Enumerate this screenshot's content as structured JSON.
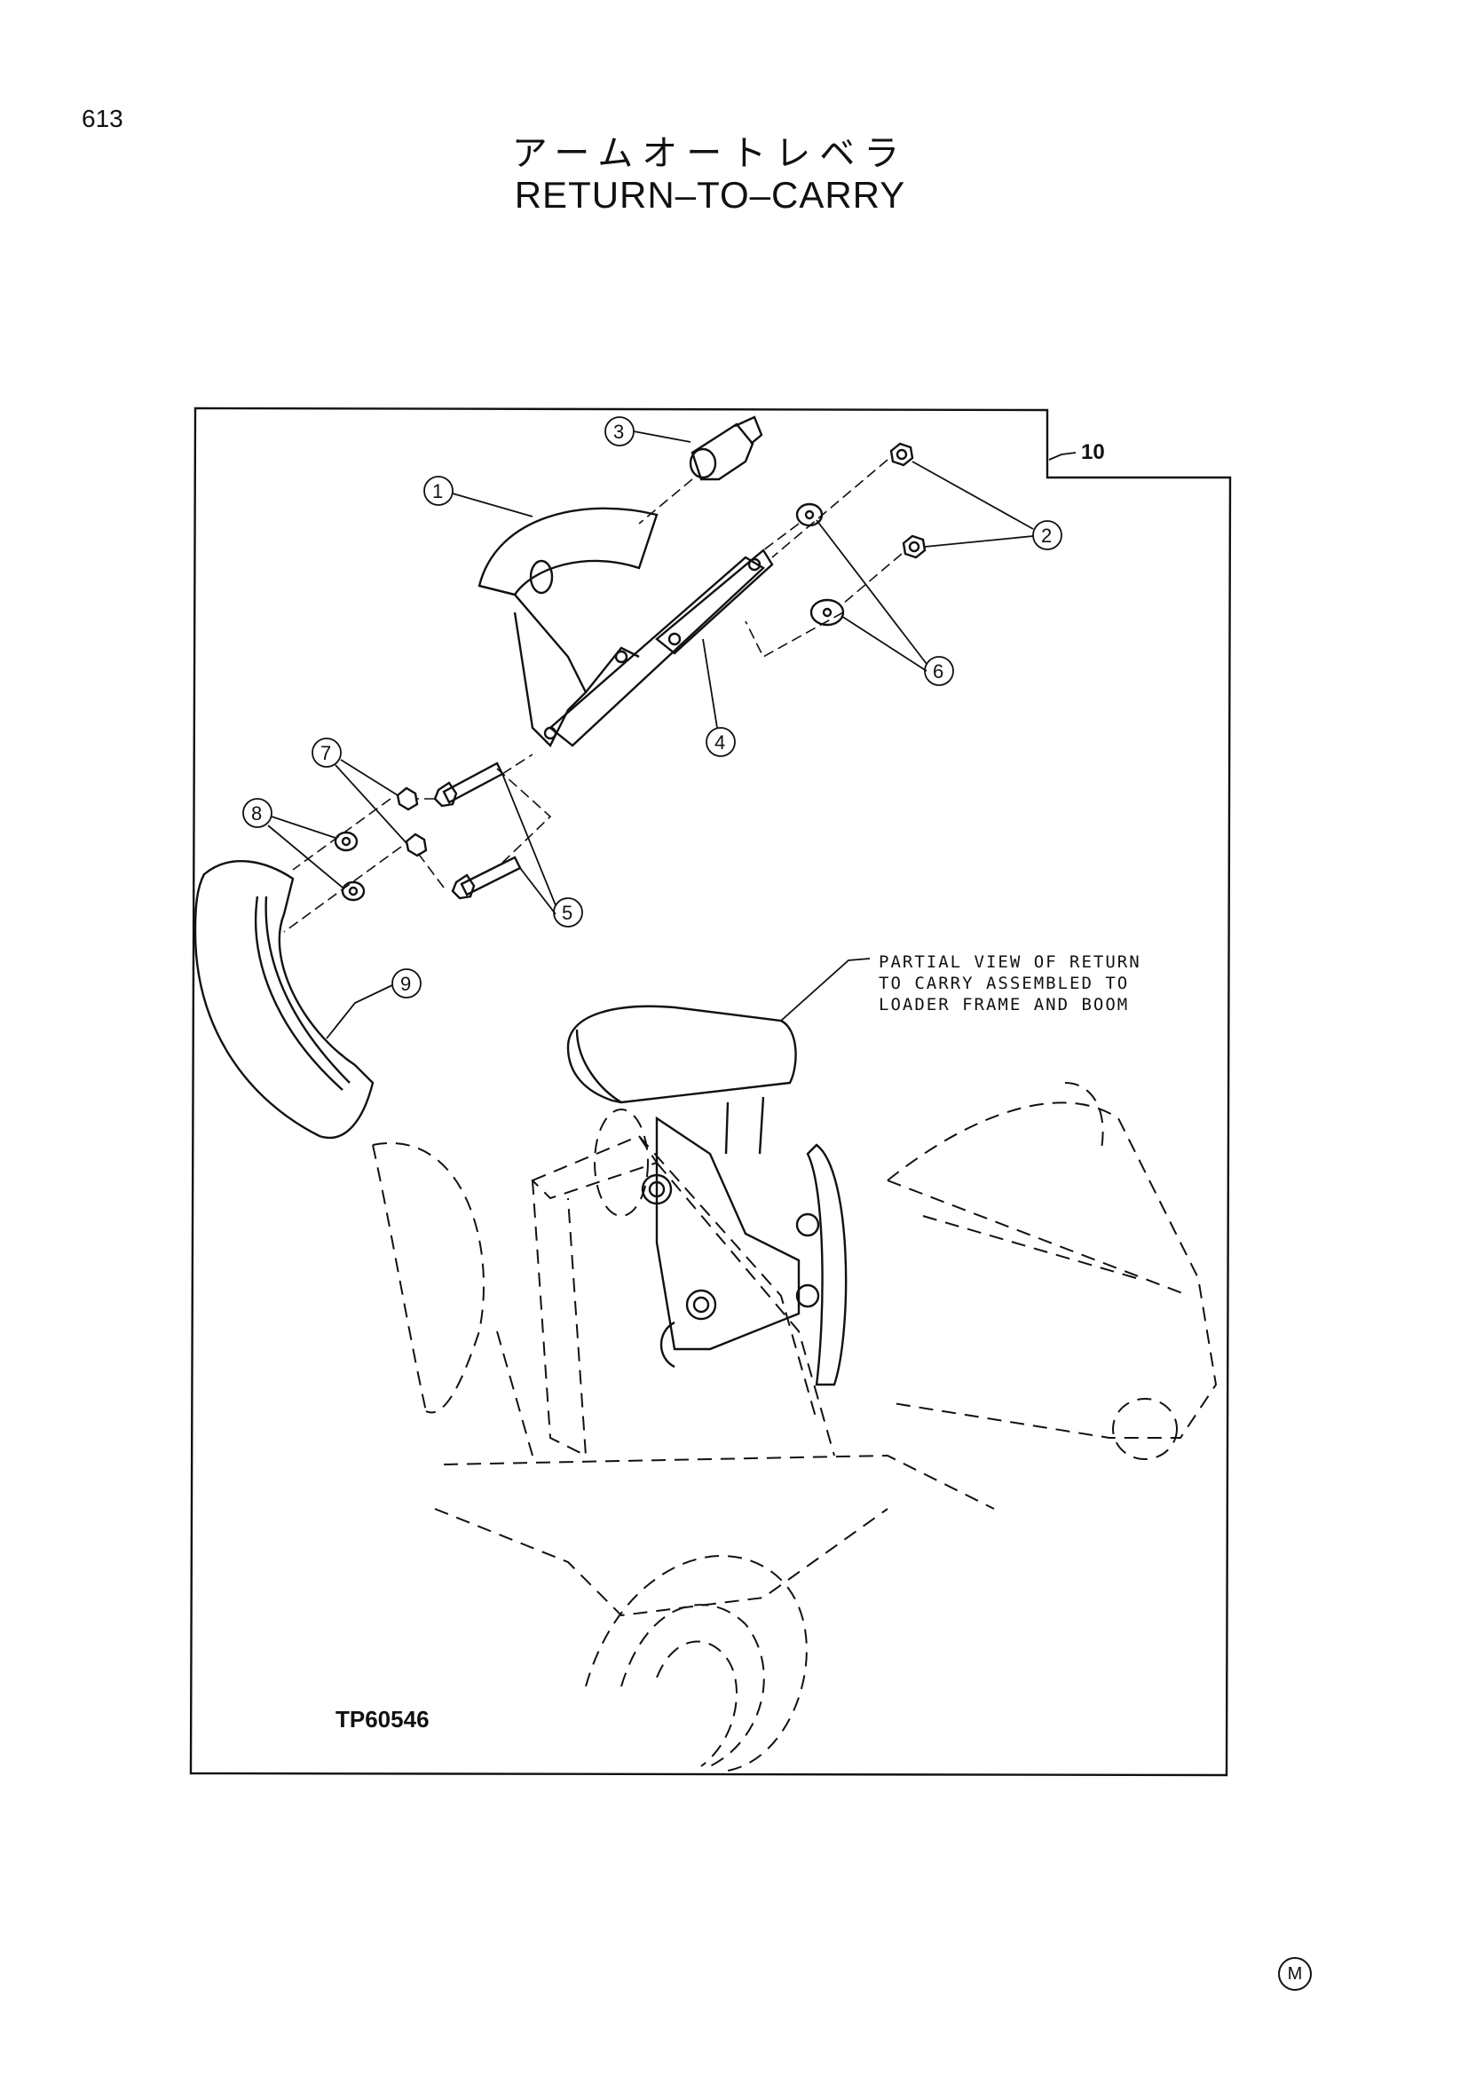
{
  "page": {
    "number": "613",
    "title_jp": "アームオートレベラ",
    "title_en": "RETURN–TO–CARRY"
  },
  "diagram": {
    "figure_code": "TP60546",
    "assembly_label": "10",
    "note": [
      "PARTIAL VIEW OF RETURN",
      "TO CARRY ASSEMBLED TO",
      "LOADER FRAME AND BOOM"
    ],
    "callouts": [
      "1",
      "2",
      "3",
      "4",
      "5",
      "6",
      "7",
      "8",
      "9"
    ]
  },
  "footer": {
    "trademark": "M"
  }
}
